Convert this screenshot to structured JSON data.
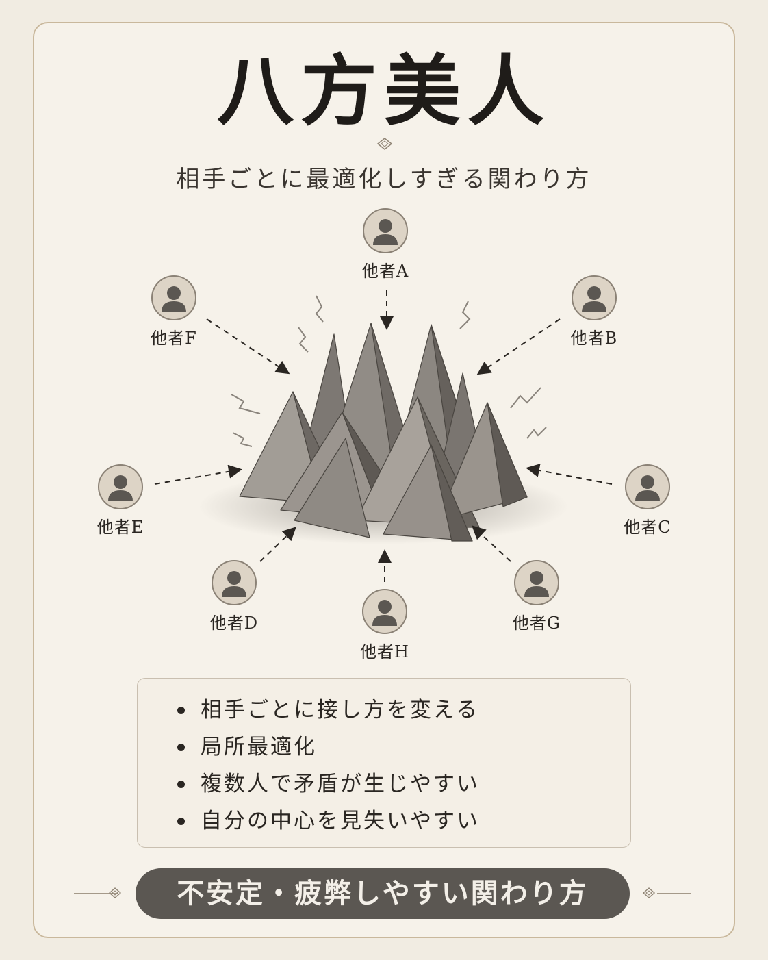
{
  "title": "八方美人",
  "subtitle": "相手ごとに最適化しすぎる関わり方",
  "center_icon": "mountain-peaks",
  "others": [
    {
      "id": "A",
      "label": "他者A"
    },
    {
      "id": "B",
      "label": "他者B"
    },
    {
      "id": "C",
      "label": "他者C"
    },
    {
      "id": "D",
      "label": "他者D"
    },
    {
      "id": "E",
      "label": "他者E"
    },
    {
      "id": "F",
      "label": "他者F"
    },
    {
      "id": "G",
      "label": "他者G"
    },
    {
      "id": "H",
      "label": "他者H"
    }
  ],
  "points": [
    "相手ごとに接し方を変える",
    "局所最適化",
    "複数人で矛盾が生じやすい",
    "自分の中心を見失いやすい"
  ],
  "conclusion": "不安定・疲弊しやすい関わり方",
  "colors": {
    "background": "#f1ece2",
    "banner": "#5b5752",
    "avatar": "#ddd4c6",
    "mountain": "#8a8580"
  }
}
